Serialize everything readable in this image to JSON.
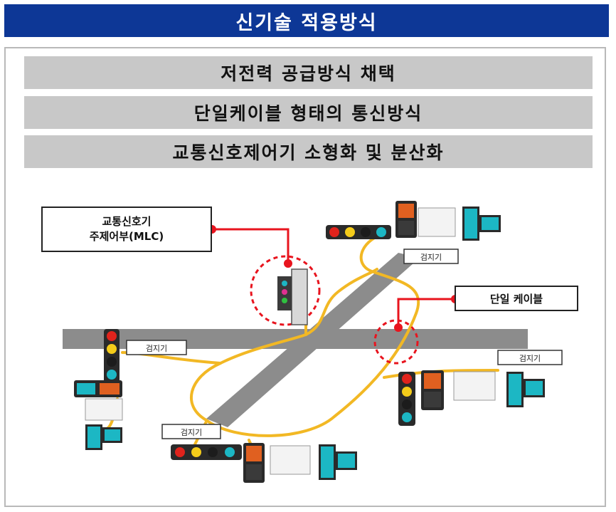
{
  "header": {
    "title": "신기술 적용방식"
  },
  "features": [
    {
      "label": "저전력 공급방식 채택"
    },
    {
      "label": "단일케이블 형태의 통신방식"
    },
    {
      "label": "교통신호제어기 소형화 및 분산화"
    }
  ],
  "diagram": {
    "mlc_label_line1": "교통신호기",
    "mlc_label_line2": "주제어부(MLC)",
    "cable_label": "단일 케이블",
    "detector_label": "검지기"
  },
  "colors": {
    "header_bg": "#0d3796",
    "feature_bg": "#c8c8c8",
    "road": "#8c8c8c",
    "cable": "#f2b824",
    "callout": "#e8141e",
    "signal_red": "#e0231c",
    "signal_yellow": "#f4cc1a",
    "signal_green": "#1cb7c4"
  }
}
